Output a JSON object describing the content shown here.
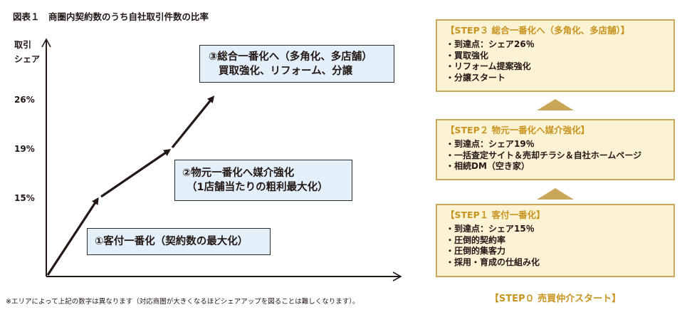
{
  "figure": {
    "title": "図表１　商圏内契約数のうち自社取引件数の比率",
    "footnote": "※エリアによって上記の数字は異なります（対応商圏が大きくなるほどシェアアップを図ることは難しくなります）。"
  },
  "chart_data": {
    "type": "line",
    "ylabel": "取引\nシェア",
    "xlabel": "",
    "y_ticks": [
      "26%",
      "19%",
      "15%"
    ],
    "stages": [
      {
        "lines": [
          "①客付一番化（契約数の最大化）"
        ]
      },
      {
        "lines": [
          "②物元一番化へ媒介強化",
          "（1店舗当たりの粗利最大化）"
        ]
      },
      {
        "lines": [
          "③総合一番化へ（多角化、多店舗）",
          "買取強化、リフォーム、分譲"
        ]
      }
    ]
  },
  "steps": [
    {
      "title": "【STEP３ 総合一番化へ（多角化、多店舗）】",
      "items": [
        "・到達点：シェア26％",
        "・買取強化",
        "・リフォーム提案強化",
        "・分譲スタート"
      ]
    },
    {
      "title": "【STEP２ 物元一番化へ媒介強化】",
      "items": [
        "・到達点：シェア19％",
        "・一括査定サイト＆売却チラシ＆自社ホームページ",
        "・相続DM（空き家）"
      ]
    },
    {
      "title": "【STEP１ 客付一番化】",
      "items": [
        "・到達点：シェア15％",
        "・圧倒的契約率",
        "・圧倒的集客力",
        "・採用・育成の仕組み化"
      ]
    }
  ],
  "step0": "【STEP０ 売買仲介スタート】",
  "colors": {
    "chart_box": "#e3f0fa",
    "step_box": "#fcf3d5",
    "step_accent": "#c8a858",
    "step_title": "#c8941f"
  }
}
